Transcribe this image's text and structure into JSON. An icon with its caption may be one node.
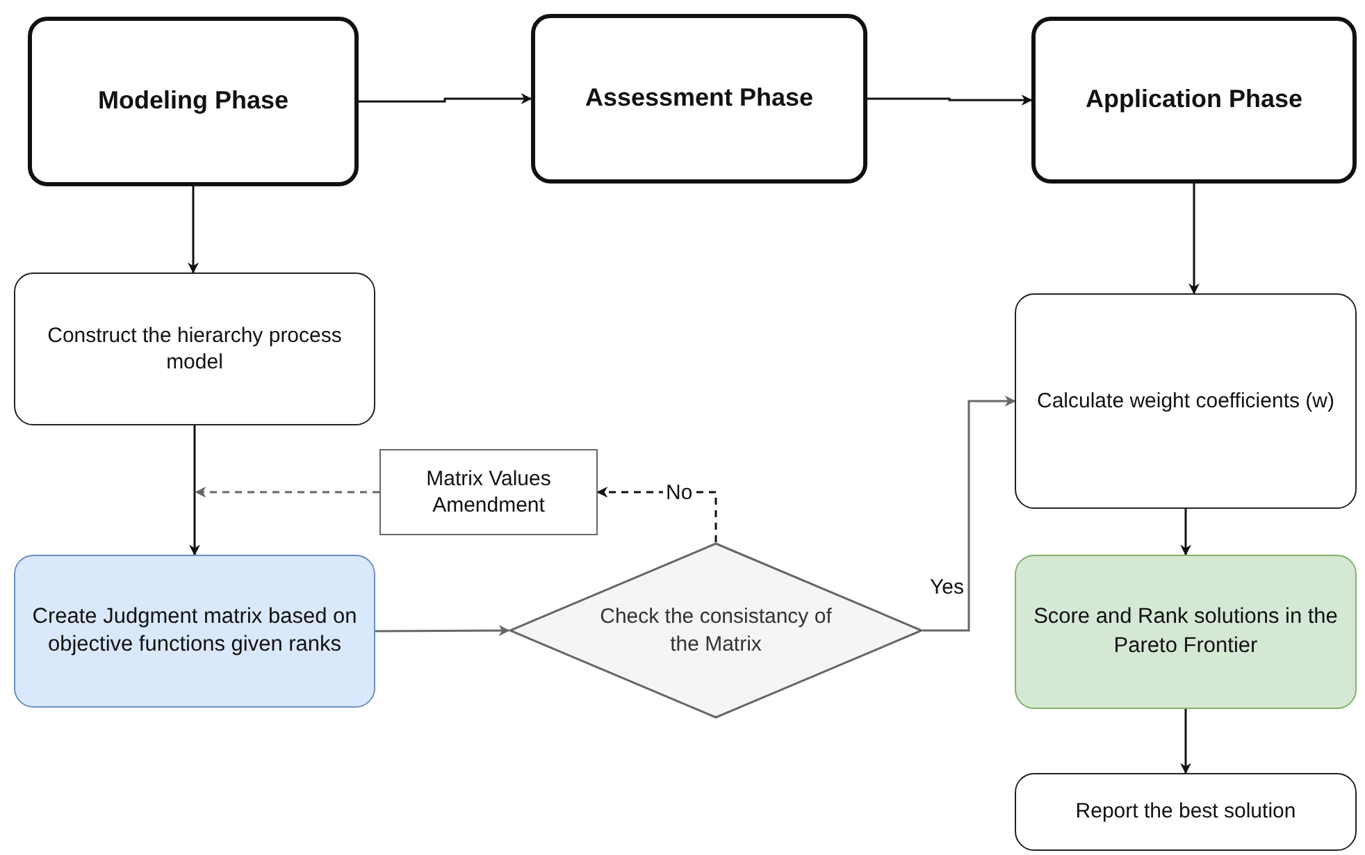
{
  "diagram": {
    "nodes": [
      {
        "text": [
          "Modeling Phase"
        ]
      },
      {
        "text": [
          "Assessment Phase"
        ]
      },
      {
        "text": [
          "Application Phase"
        ]
      },
      {
        "text": [
          "Construct the hierarchy process model"
        ]
      },
      {
        "text": [
          "Matrix Values Amendment"
        ]
      },
      {
        "text": [
          "Create Judgment matrix based on objective functions given ranks"
        ]
      },
      {
        "text": [
          "Check the consistancy of the Matrix"
        ]
      },
      {
        "text": [
          "Calculate weight coefficients (w)"
        ]
      },
      {
        "text": [
          "Score and Rank solutions in the Pareto Frontier"
        ]
      },
      {
        "text": [
          "Report the best solution"
        ]
      }
    ],
    "edges": [
      {
        "from": 0,
        "to": 1,
        "arrow": "to"
      },
      {
        "from": 1,
        "to": 2,
        "arrow": "to"
      },
      {
        "from": 0,
        "to": 3,
        "arrow": "to"
      },
      {
        "from": 2,
        "to": 7,
        "arrow": "to"
      },
      {
        "from": 3,
        "to": 5,
        "arrow": "to"
      },
      {
        "from": 6,
        "to": 4,
        "arrow": "to",
        "label": "No",
        "style": "dashed"
      },
      {
        "from": 4,
        "to": null,
        "arrow": "to",
        "style": "dashed",
        "color": "#666666"
      },
      {
        "from": 5,
        "to": 6,
        "arrow": "to",
        "color": "#666666"
      },
      {
        "from": 6,
        "to": 7,
        "arrow": "to",
        "label": "Yes",
        "color": "#666666"
      },
      {
        "from": 7,
        "to": 8,
        "arrow": "to"
      },
      {
        "from": 8,
        "to": 9,
        "arrow": "to"
      }
    ]
  }
}
